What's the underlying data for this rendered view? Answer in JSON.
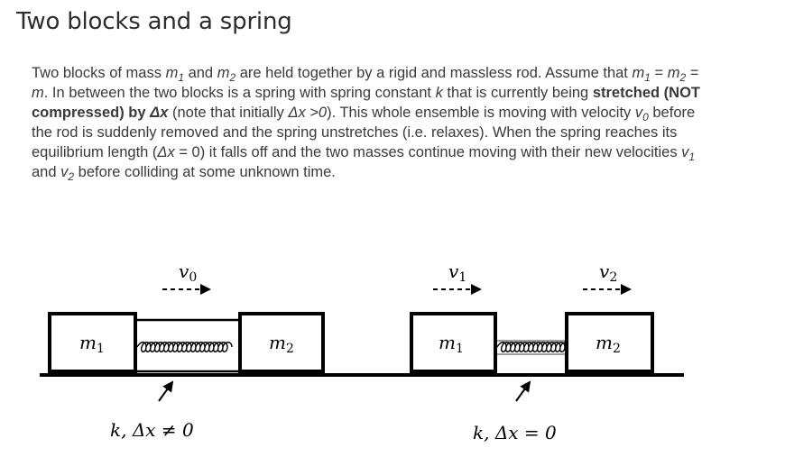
{
  "title": "Two blocks and a spring",
  "problem": {
    "t1": "Two blocks of mass ",
    "m": "m",
    "sub1": "1",
    "sub2": "2",
    "t2": " and ",
    "t3": " are held together by a rigid and massless rod. Assume that ",
    "t4": " = ",
    "t5": " = ",
    "t6": ". In between the two blocks is a spring with spring constant ",
    "k": "k",
    "t7": " that is currently being ",
    "bold": "stretched (NOT compressed) by ",
    "dx": "Δx",
    "t8": " (note that initially ",
    "dx_gt0": "Δx >0",
    "t9": "). This whole ensemble is moving with velocity ",
    "v": "v",
    "sub0": "0",
    "t10": " before the rod is suddenly removed and the spring unstretches (i.e. relaxes). When the spring reaches its equilibrium length (",
    "t11": " = 0) it falls off and the two masses continue moving with their new velocities ",
    "t12": " and ",
    "t13": " before colliding at some unknown time."
  },
  "figure": {
    "left": {
      "velocity_label": "v",
      "velocity_sub": "0",
      "block1_label": "m",
      "block1_sub": "1",
      "block2_label": "m",
      "block2_sub": "2",
      "spring_label": "k, Δx ≠ 0"
    },
    "right": {
      "velocity1_label": "v",
      "velocity1_sub": "1",
      "velocity2_label": "v",
      "velocity2_sub": "2",
      "block1_label": "m",
      "block1_sub": "1",
      "block2_label": "m",
      "block2_sub": "2",
      "spring_label": "k, Δx = 0"
    }
  },
  "colors": {
    "ink": "#000000",
    "text": "#3a3a3a",
    "title": "#2d2d2d"
  }
}
